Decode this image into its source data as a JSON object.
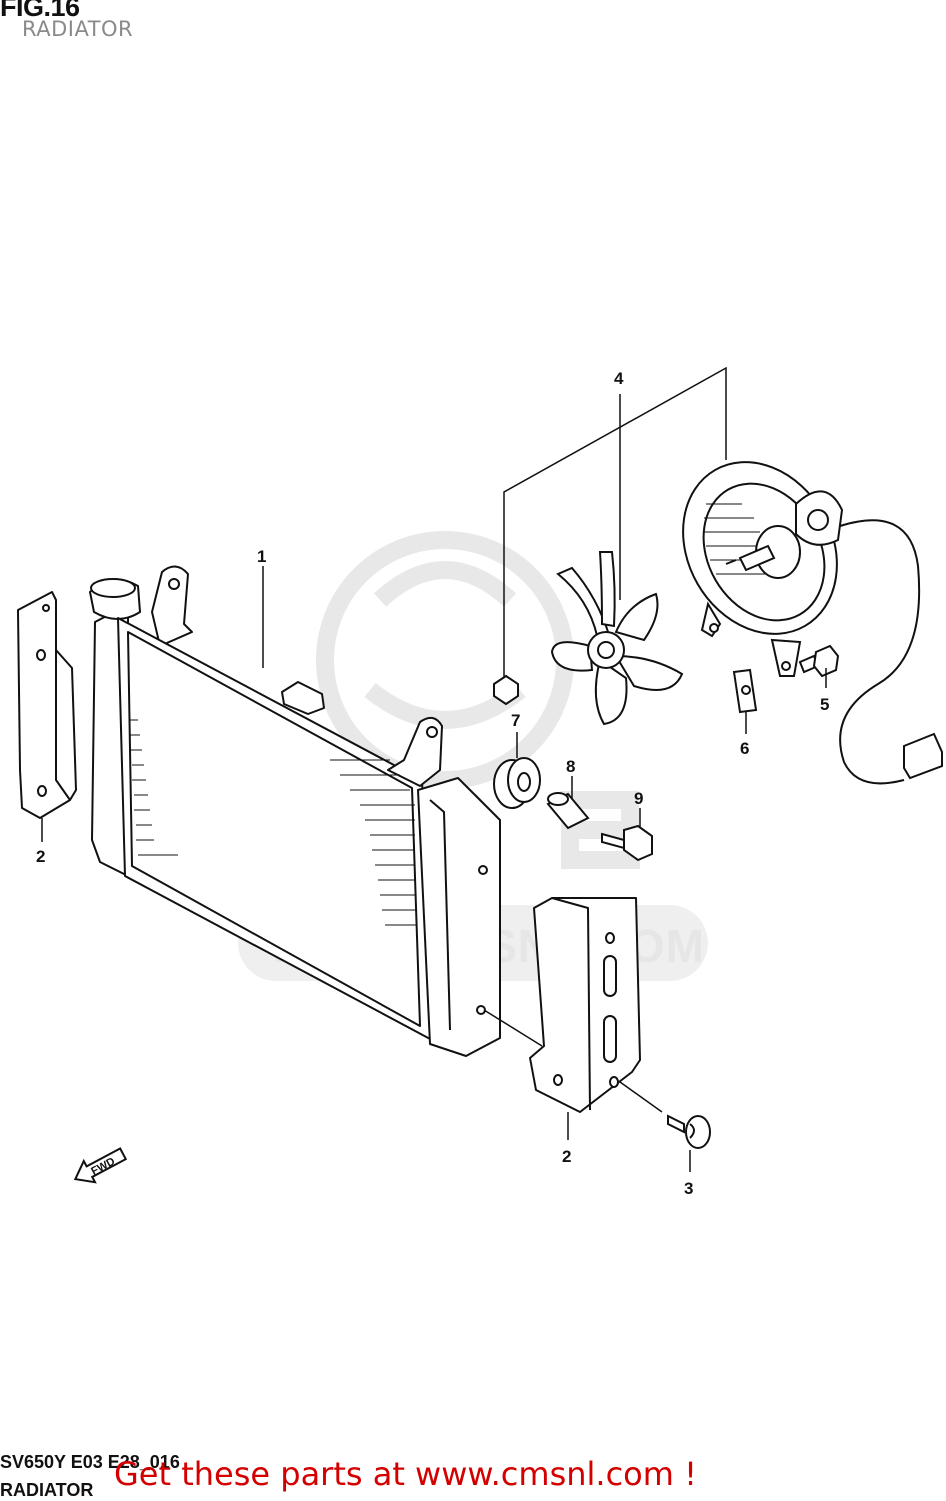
{
  "figure": {
    "title": "FIG.16",
    "subtitle": "RADIATOR"
  },
  "plate": {
    "code": "SV650Y E03 E28_016",
    "name": "RADIATOR"
  },
  "promo_text": "Get these parts at www.cmsnl.com !",
  "watermark": {
    "text": "WWW.CMSNL.COM",
    "logo": "CMS"
  },
  "direction_arrow": {
    "label": "FWD",
    "icon": "forward-arrow-icon"
  },
  "callouts": [
    {
      "part": "1",
      "name": "radiator-core"
    },
    {
      "part": "2",
      "name": "bracket-left"
    },
    {
      "part": "2",
      "name": "bracket-right"
    },
    {
      "part": "3",
      "name": "screw"
    },
    {
      "part": "4",
      "name": "cooling-fan-assy"
    },
    {
      "part": "5",
      "name": "bolt"
    },
    {
      "part": "6",
      "name": "nut-clip"
    },
    {
      "part": "7",
      "name": "grommet"
    },
    {
      "part": "8",
      "name": "collar"
    },
    {
      "part": "9",
      "name": "bolt-washer"
    }
  ],
  "colors": {
    "promo": "#d40000",
    "linework": "#111111",
    "watermark": "#e6e6e6",
    "subtitle": "#8a8a8a"
  }
}
